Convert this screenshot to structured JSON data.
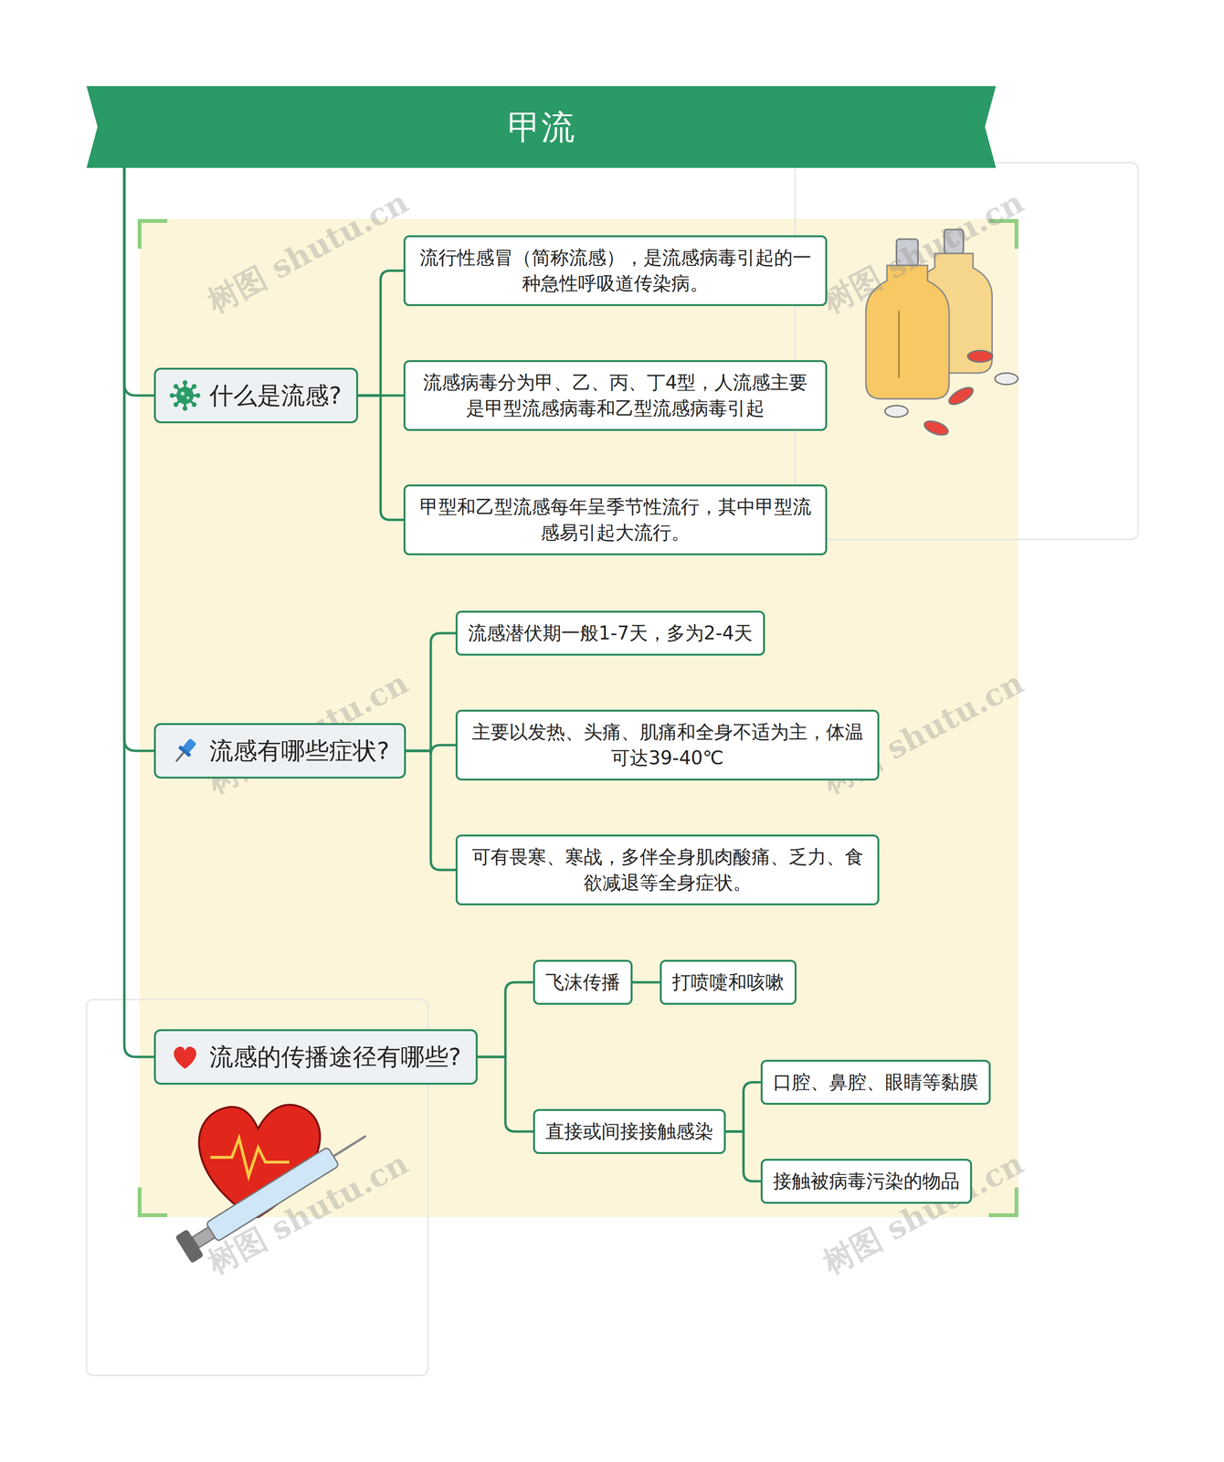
{
  "diagram": {
    "title": "甲流",
    "nodes": [
      {
        "text": [
          "什么是流感?"
        ]
      },
      {
        "text": [
          "流行性感冒（简称流感），是流感病毒引起的一种急性呼吸道传染病。"
        ]
      },
      {
        "text": [
          "流感病毒分为甲、乙、丙、丁4型，人流感主要是甲型流感病毒和乙型流感病毒引起"
        ]
      },
      {
        "text": [
          "甲型和乙型流感每年呈季节性流行，其中甲型流感易引起大流行。"
        ]
      },
      {
        "text": [
          "流感有哪些症状?"
        ]
      },
      {
        "text": [
          "流感潜伏期一般1-7天，多为2-4天"
        ]
      },
      {
        "text": [
          "主要以发热、头痛、肌痛和全身不适为主，体温可达39-40℃"
        ]
      },
      {
        "text": [
          "可有畏寒、寒战，多伴全身肌肉酸痛、乏力、食欲减退等全身症状。"
        ]
      },
      {
        "text": [
          "流感的传播途径有哪些?"
        ]
      },
      {
        "text": [
          "飞沫传播"
        ]
      },
      {
        "text": [
          "打喷嚏和咳嗽"
        ]
      },
      {
        "text": [
          "直接或间接接触感染"
        ]
      },
      {
        "text": [
          "口腔、鼻腔、眼睛等黏膜"
        ]
      },
      {
        "text": [
          "接触被病毒污染的物品"
        ]
      }
    ],
    "edges": [
      {
        "from": 0,
        "to": 1,
        "arrow": "none"
      },
      {
        "from": 0,
        "to": 2,
        "arrow": "none"
      },
      {
        "from": 0,
        "to": 3,
        "arrow": "none"
      },
      {
        "from": 4,
        "to": 5,
        "arrow": "none"
      },
      {
        "from": 4,
        "to": 6,
        "arrow": "none"
      },
      {
        "from": 4,
        "to": 7,
        "arrow": "none"
      },
      {
        "from": 8,
        "to": 9,
        "arrow": "none"
      },
      {
        "from": 9,
        "to": 10,
        "arrow": "none"
      },
      {
        "from": 8,
        "to": 11,
        "arrow": "none"
      },
      {
        "from": 11,
        "to": 12,
        "arrow": "none"
      },
      {
        "from": 11,
        "to": 13,
        "arrow": "none"
      }
    ],
    "labels": [
      "树图 shutu.cn",
      "树图 shutu.cn",
      "树图 shutu.cn",
      "树图 shutu.cn",
      "树图 shutu.cn",
      "树图 shutu.cn"
    ]
  }
}
